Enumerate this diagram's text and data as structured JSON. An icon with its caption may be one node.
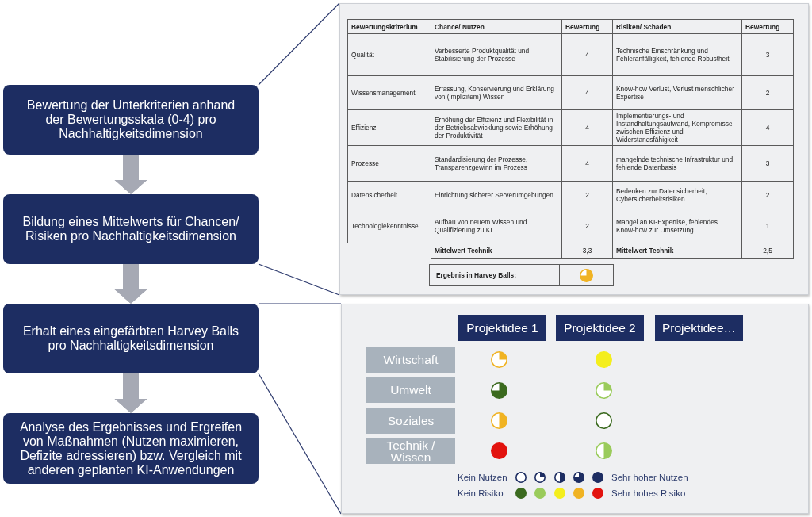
{
  "diagram": {
    "nodes": [
      {
        "text": [
          "Bewertung der Unterkriterien anhand der Bewertungsskala (0-4) pro Nachhaltigkeitsdimension"
        ]
      },
      {
        "text": [
          "Bildung eines Mittelwerts für Chancen/ Risiken pro Nachhaltigkeitsdimension"
        ]
      },
      {
        "text": [
          "Erhalt eines eingefärbten Harvey Balls pro Nachhaltigkeitsdimension"
        ]
      },
      {
        "text": [
          "Analyse des Ergebnisses und Ergreifen von Maßnahmen (Nutzen maximieren, Defizite adressieren) bzw. Vergleich mit anderen geplanten KI-Anwendungen"
        ]
      },
      {
        "text": [],
        "shape": "box"
      },
      {
        "text": [],
        "shape": "box"
      },
      {
        "text": [
          "Projektidee 1"
        ],
        "in": 5
      },
      {
        "text": [
          "Projektidee 2"
        ],
        "in": 5
      },
      {
        "text": [
          "Projektidee…"
        ],
        "in": 5
      },
      {
        "text": [
          "Wirtschaft"
        ],
        "in": 5
      },
      {
        "text": [
          "Umwelt"
        ],
        "in": 5
      },
      {
        "text": [
          "Soziales"
        ],
        "in": 5
      },
      {
        "text": [
          "Technik / Wissen"
        ],
        "in": 5
      }
    ],
    "edges": [
      {
        "from": 0,
        "to": 1,
        "arrow": "to",
        "style": "thick",
        "color": "#a6a9b4"
      },
      {
        "from": 1,
        "to": 2,
        "arrow": "to",
        "style": "thick",
        "color": "#a6a9b4"
      },
      {
        "from": 2,
        "to": 3,
        "arrow": "to",
        "style": "thick",
        "color": "#a6a9b4"
      },
      {
        "from": 0,
        "to": 4,
        "arrow": "none"
      },
      {
        "from": 1,
        "to": 4,
        "arrow": "none"
      },
      {
        "from": 2,
        "to": 5,
        "arrow": "none"
      },
      {
        "from": 2,
        "to": 5,
        "arrow": "none"
      }
    ],
    "labels": [
      "Bewertungskriterium",
      "Chance/ Nutzen",
      "Bewertung",
      "Risiken/ Schaden",
      "Bewertung",
      "Qualität",
      "Verbesserte Produktqualität und Stabilisierung der Prozesse",
      "4",
      "Technische Einschränkung und Fehleranfälligkeit, fehlende Robustheit",
      "3",
      "Wissensmanagement",
      "Erfassung, Konservierung und Erklärung von (implizitem) Wissen",
      "4",
      "Know-how Verlust, Verlust menschlicher Expertise",
      "2",
      "Effizienz",
      "Erhöhung der Effizienz und Flexibilität in der Betriebsabwicklung sowie Erhöhung der Produktivität",
      "4",
      "Implementierungs- und Instandhaltungsaufwand, Kompromisse zwischen Effizienz und Widerstandsfähigkeit",
      "4",
      "Prozesse",
      "Standardisierung der Prozesse, Transparenzgewinn im Prozess",
      "4",
      "mangelnde technische Infrastruktur und fehlende Datenbasis",
      "3",
      "Datensicherheit",
      "Einrichtung sicherer Serverumgebungen",
      "2",
      "Bedenken zur Datensicherheit, Cybersicherheitsrisiken",
      "2",
      "Technologiekenntnisse",
      "Aufbau von neuem Wissen und Qualifizierung zu KI",
      "2",
      "Mangel an KI-Expertise, fehlendes Know-how zur Umsetzung",
      "1",
      "Mittelwert Technik",
      "3,3",
      "Mittelwert Technik",
      "2,5",
      "Ergebnis in Harvey Balls:",
      "Kein Nutzen",
      "Sehr hoher Nutzen",
      "Kein Risiko",
      "Sehr hohes Risiko"
    ]
  }
}
